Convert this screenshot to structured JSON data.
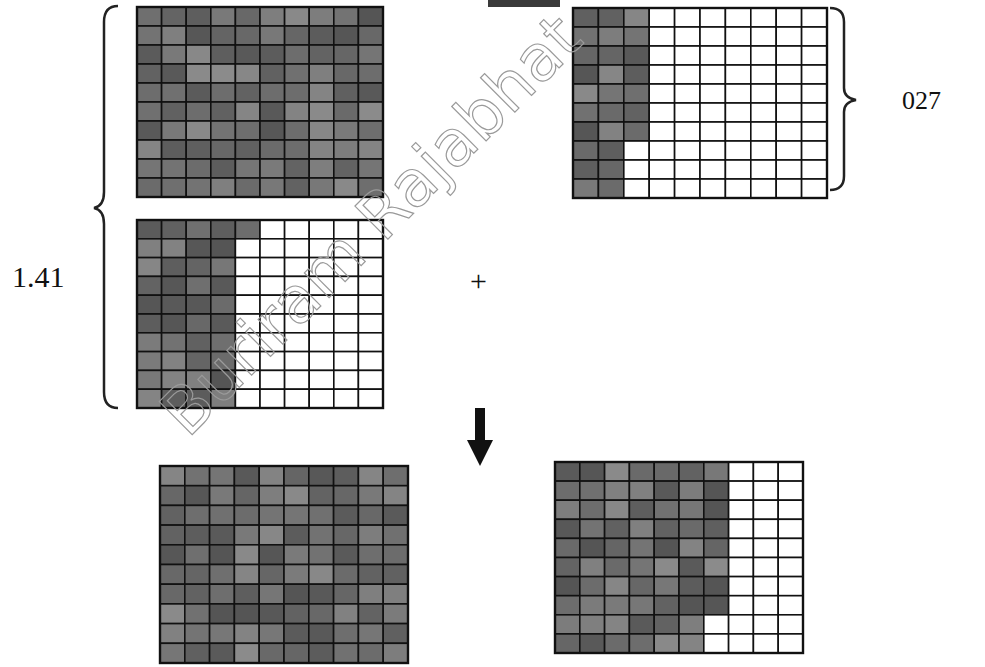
{
  "diagram": {
    "labels": [
      "1.41",
      "027",
      "+",
      "Buriram Rajabhat"
    ]
  }
}
